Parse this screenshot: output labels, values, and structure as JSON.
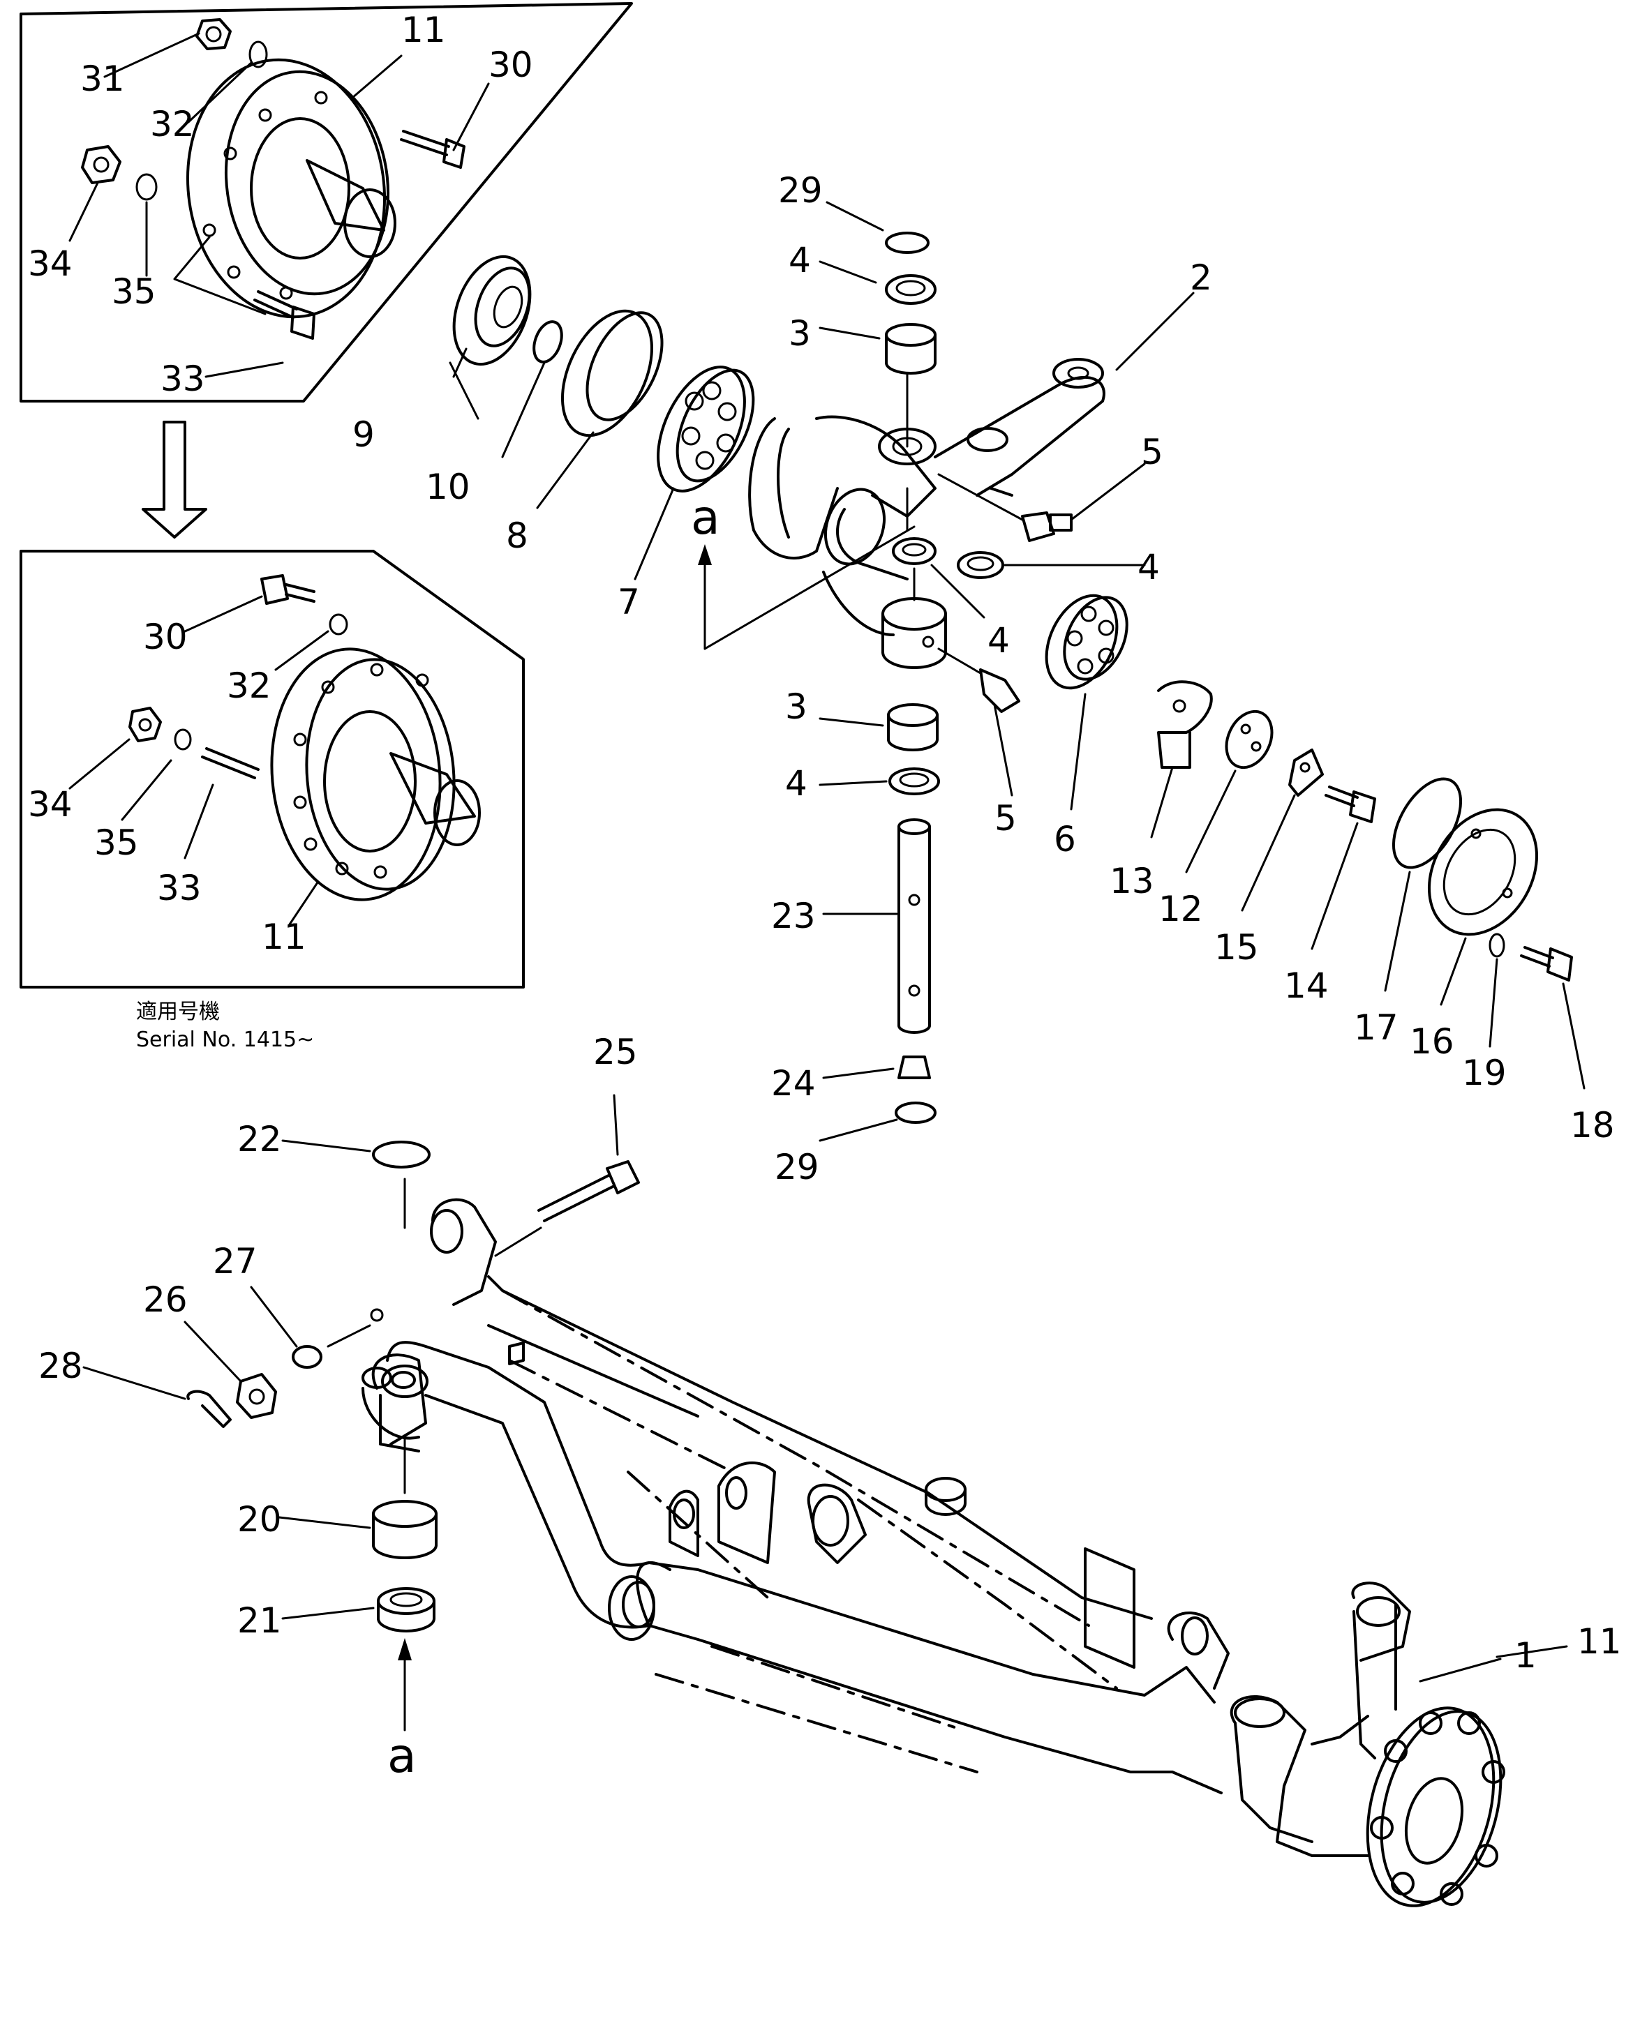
{
  "inset": {
    "note_jp": "適用号機",
    "note_serial": "Serial No. 1415~"
  },
  "callouts": [
    {
      "id": "c31",
      "text": "31"
    },
    {
      "id": "c11a",
      "text": "11"
    },
    {
      "id": "c32a",
      "text": "32"
    },
    {
      "id": "c30a",
      "text": "30"
    },
    {
      "id": "c34a",
      "text": "34"
    },
    {
      "id": "c35a",
      "text": "35"
    },
    {
      "id": "c33a",
      "text": "33"
    },
    {
      "id": "c30b",
      "text": "30"
    },
    {
      "id": "c32b",
      "text": "32"
    },
    {
      "id": "c34b",
      "text": "34"
    },
    {
      "id": "c35b",
      "text": "35"
    },
    {
      "id": "c33b",
      "text": "33"
    },
    {
      "id": "c11b",
      "text": "11"
    },
    {
      "id": "c9",
      "text": "9"
    },
    {
      "id": "c10",
      "text": "10"
    },
    {
      "id": "c8",
      "text": "8"
    },
    {
      "id": "c7",
      "text": "7"
    },
    {
      "id": "c29a",
      "text": "29"
    },
    {
      "id": "c4a",
      "text": "4"
    },
    {
      "id": "c3a",
      "text": "3"
    },
    {
      "id": "c2",
      "text": "2"
    },
    {
      "id": "c5a",
      "text": "5"
    },
    {
      "id": "c4b",
      "text": "4"
    },
    {
      "id": "c4c",
      "text": "4"
    },
    {
      "id": "c3b",
      "text": "3"
    },
    {
      "id": "c4d",
      "text": "4"
    },
    {
      "id": "c5b",
      "text": "5"
    },
    {
      "id": "c6",
      "text": "6"
    },
    {
      "id": "c13",
      "text": "13"
    },
    {
      "id": "c12",
      "text": "12"
    },
    {
      "id": "c15",
      "text": "15"
    },
    {
      "id": "c14",
      "text": "14"
    },
    {
      "id": "c17",
      "text": "17"
    },
    {
      "id": "c16",
      "text": "16"
    },
    {
      "id": "c19",
      "text": "19"
    },
    {
      "id": "c18",
      "text": "18"
    },
    {
      "id": "c23",
      "text": "23"
    },
    {
      "id": "c24",
      "text": "24"
    },
    {
      "id": "c29b",
      "text": "29"
    },
    {
      "id": "c25",
      "text": "25"
    },
    {
      "id": "c22",
      "text": "22"
    },
    {
      "id": "c27",
      "text": "27"
    },
    {
      "id": "c26",
      "text": "26"
    },
    {
      "id": "c28",
      "text": "28"
    },
    {
      "id": "c20",
      "text": "20"
    },
    {
      "id": "c21",
      "text": "21"
    },
    {
      "id": "c1",
      "text": "1"
    },
    {
      "id": "c11c",
      "text": "11"
    }
  ],
  "ref_marks": [
    {
      "id": "ra1",
      "text": "a"
    },
    {
      "id": "ra2",
      "text": "a"
    }
  ]
}
